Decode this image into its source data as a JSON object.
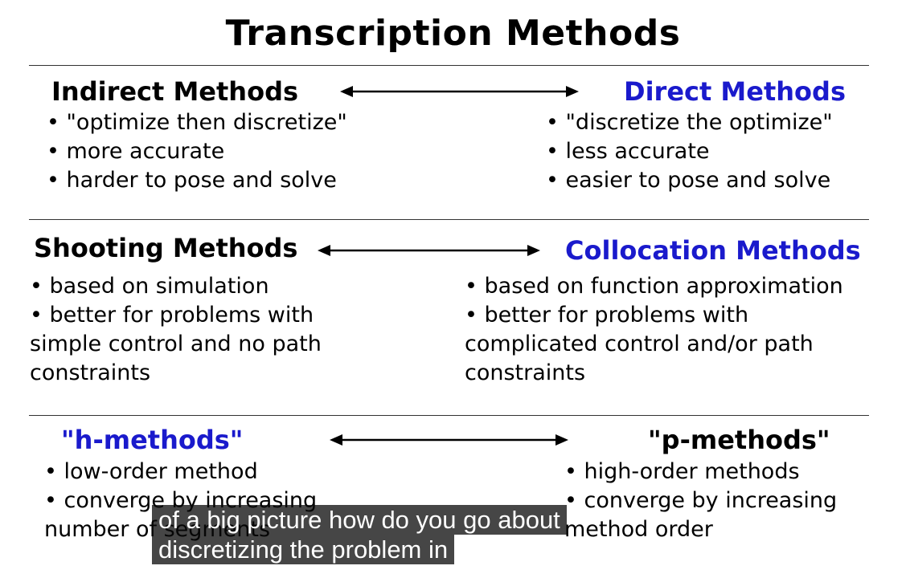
{
  "slide": {
    "title": "Transcription Methods",
    "row1": {
      "left": {
        "heading": "Indirect Methods",
        "bullets": [
          "• \"optimize then discretize\"",
          "• more accurate",
          "• harder to pose and solve"
        ]
      },
      "right": {
        "heading": "Direct Methods",
        "bullets": [
          "• \"discretize the optimize\"",
          "• less accurate",
          "• easier to pose and solve"
        ]
      }
    },
    "row2": {
      "left": {
        "heading": "Shooting Methods",
        "lines": [
          "• based on simulation",
          "• better for problems with",
          "simple control and no path",
          "constraints"
        ]
      },
      "right": {
        "heading": "Collocation Methods",
        "lines": [
          "• based on function approximation",
          "• better for problems with",
          "complicated control and/or path",
          "constraints"
        ]
      }
    },
    "row3": {
      "left": {
        "heading": "\"h-methods\"",
        "lines": [
          "• low-order method",
          "• converge by increasing",
          "number of segments"
        ]
      },
      "right": {
        "heading": "\"p-methods\"",
        "lines": [
          "• high-order methods",
          "• converge by increasing",
          "method order"
        ]
      }
    }
  },
  "caption": {
    "line1": "of a big picture how do you go about",
    "line2": "discretizing the problem in"
  },
  "colors": {
    "accent_blue": "#1a1acc",
    "caption_bg": "#080808"
  }
}
